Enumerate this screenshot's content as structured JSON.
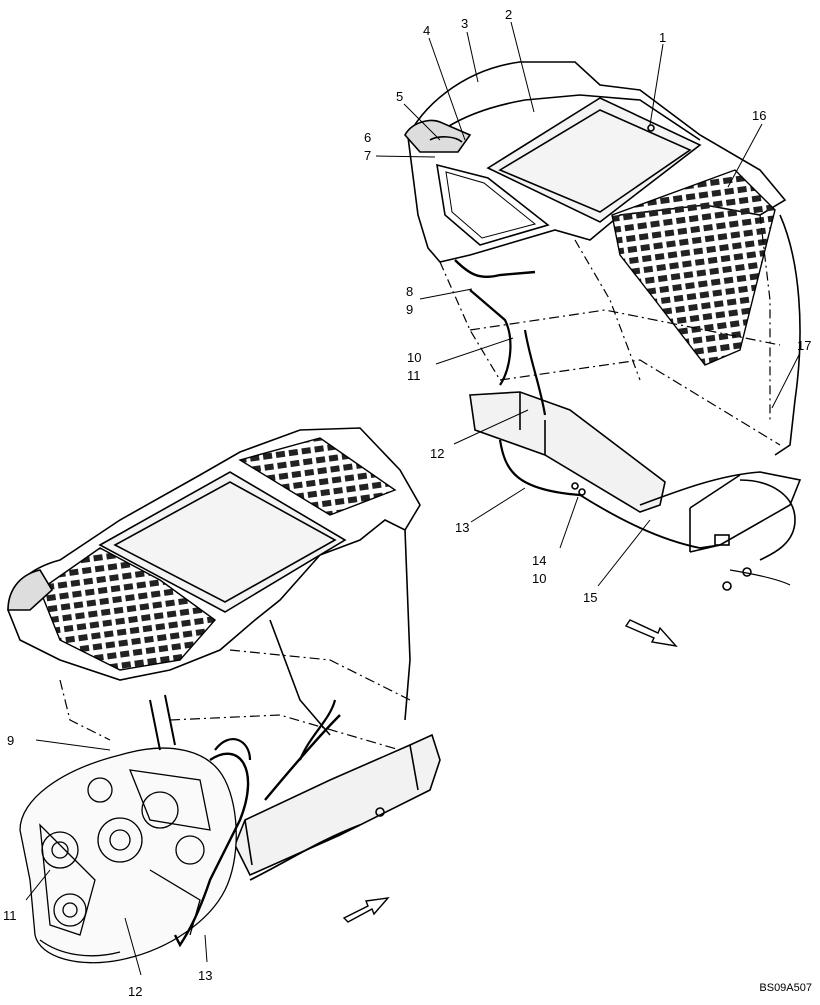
{
  "drawing_ref": "BS09A507",
  "callouts": {
    "c1": "1",
    "c2": "2",
    "c3": "3",
    "c4": "4",
    "c5": "5",
    "c6": "6",
    "c7": "7",
    "c8": "8",
    "c9a": "9",
    "c10a": "10",
    "c11a": "11",
    "c12a": "12",
    "c13a": "13",
    "c14": "14",
    "c10b": "10",
    "c15": "15",
    "c16": "16",
    "c17": "17",
    "c9b": "9",
    "c11b": "11",
    "c12b": "12",
    "c13b": "13"
  }
}
